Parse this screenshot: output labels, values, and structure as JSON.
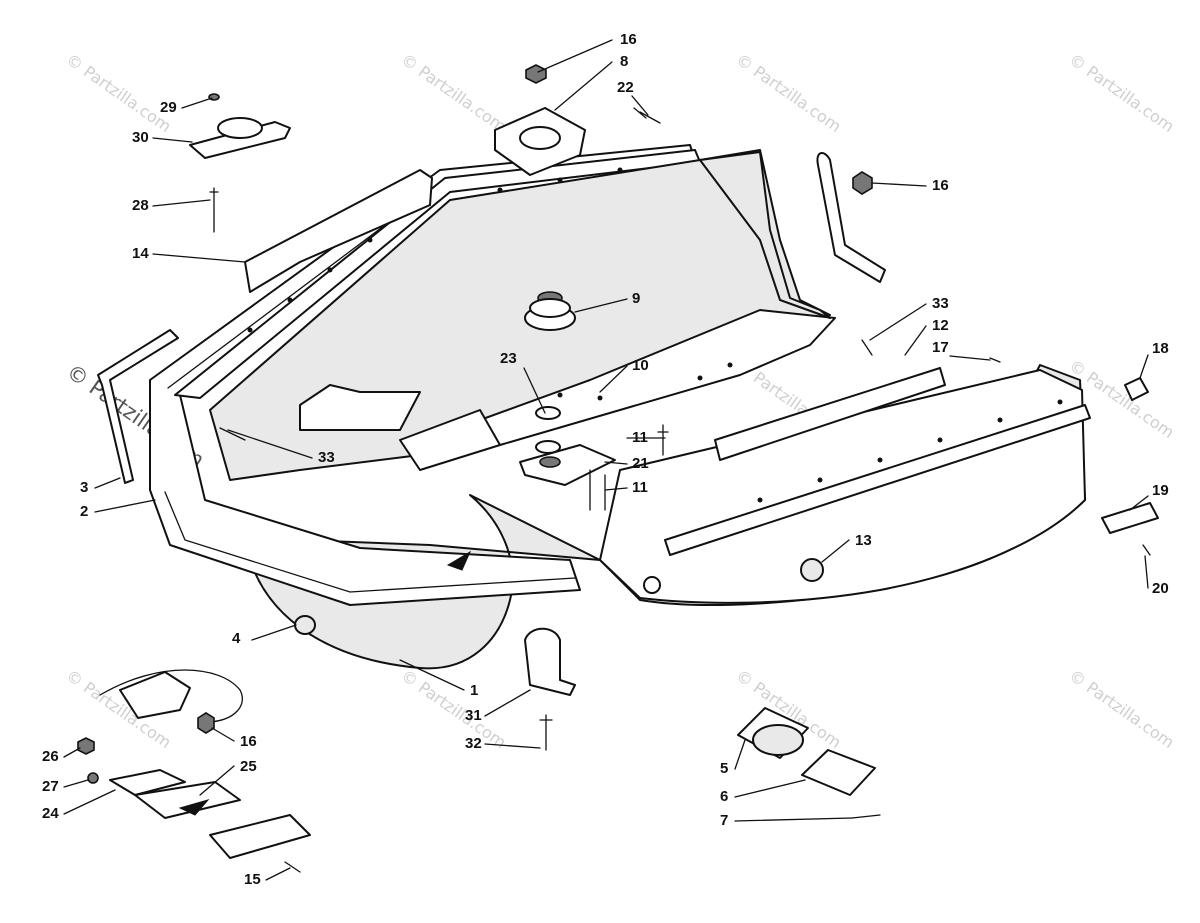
{
  "watermark": {
    "text": "© Partzilla.com"
  },
  "callouts": [
    {
      "id": "c16a",
      "label": "16"
    },
    {
      "id": "c8",
      "label": "8"
    },
    {
      "id": "c22",
      "label": "22"
    },
    {
      "id": "c29",
      "label": "29"
    },
    {
      "id": "c30",
      "label": "30"
    },
    {
      "id": "c28",
      "label": "28"
    },
    {
      "id": "c14",
      "label": "14"
    },
    {
      "id": "c16b",
      "label": "16"
    },
    {
      "id": "c9",
      "label": "9"
    },
    {
      "id": "c33a",
      "label": "33"
    },
    {
      "id": "c12",
      "label": "12"
    },
    {
      "id": "c17",
      "label": "17"
    },
    {
      "id": "c18",
      "label": "18"
    },
    {
      "id": "c23",
      "label": "23"
    },
    {
      "id": "c10",
      "label": "10"
    },
    {
      "id": "c3",
      "label": "3"
    },
    {
      "id": "c2",
      "label": "2"
    },
    {
      "id": "c33b",
      "label": "33"
    },
    {
      "id": "c11a",
      "label": "11"
    },
    {
      "id": "c21",
      "label": "21"
    },
    {
      "id": "c11b",
      "label": "11"
    },
    {
      "id": "c19",
      "label": "19"
    },
    {
      "id": "c13",
      "label": "13"
    },
    {
      "id": "c20",
      "label": "20"
    },
    {
      "id": "c4",
      "label": "4"
    },
    {
      "id": "c1",
      "label": "1"
    },
    {
      "id": "c31",
      "label": "31"
    },
    {
      "id": "c32",
      "label": "32"
    },
    {
      "id": "c16c",
      "label": "16"
    },
    {
      "id": "c25",
      "label": "25"
    },
    {
      "id": "c26",
      "label": "26"
    },
    {
      "id": "c27",
      "label": "27"
    },
    {
      "id": "c24",
      "label": "24"
    },
    {
      "id": "c15",
      "label": "15"
    },
    {
      "id": "c5",
      "label": "5"
    },
    {
      "id": "c6",
      "label": "6"
    },
    {
      "id": "c7",
      "label": "7"
    }
  ]
}
